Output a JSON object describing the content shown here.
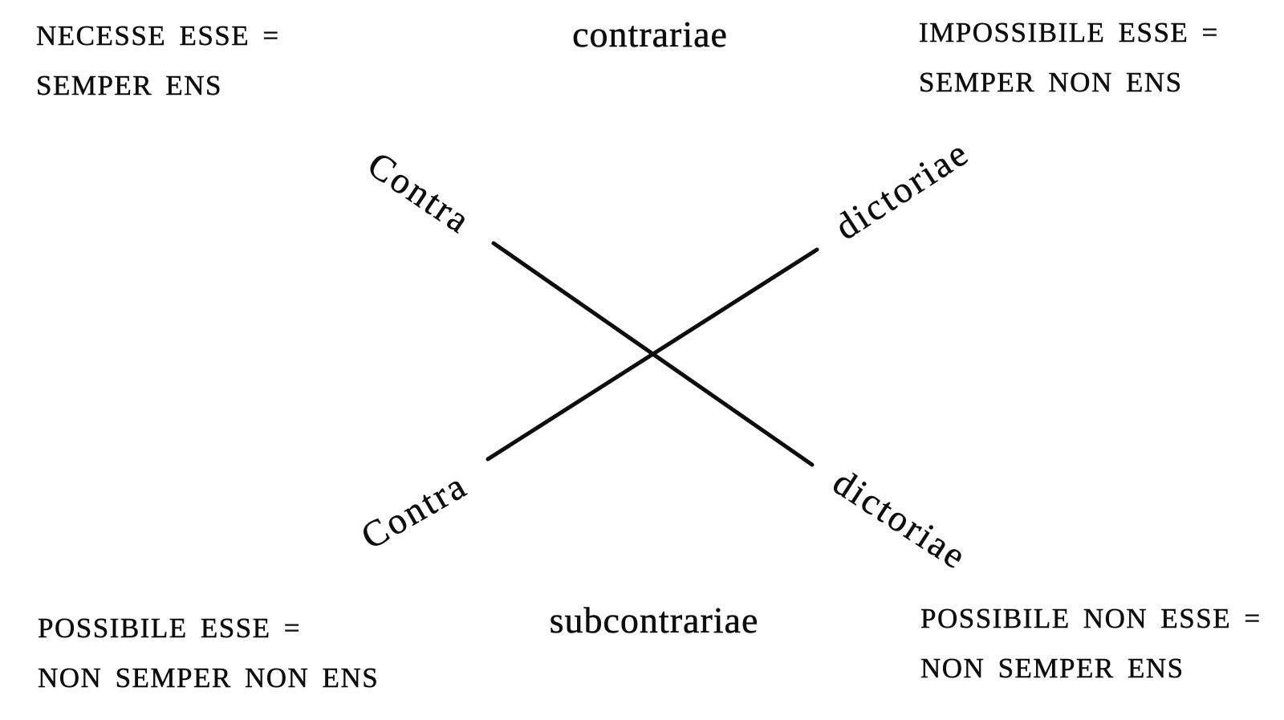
{
  "corners": {
    "top_left": {
      "line1": "NECESSE ESSE =",
      "line2": "SEMPER ENS"
    },
    "top_right": {
      "line1": "IMPOSSIBILE ESSE =",
      "line2": "SEMPER NON ENS"
    },
    "bottom_left": {
      "line1": "POSSIBILE ESSE =",
      "line2": "NON SEMPER NON ENS"
    },
    "bottom_right": {
      "line1": "POSSIBILE NON ESSE =",
      "line2": "NON SEMPER ENS"
    }
  },
  "relations": {
    "top": "contrariae",
    "bottom": "subcontrariae",
    "diagonal_upper_left": "Contra",
    "diagonal_upper_right": "dictoriae",
    "diagonal_lower_left": "Contra",
    "diagonal_lower_right": "dictoriae"
  },
  "colors": {
    "ink": "#0d0d0d",
    "background": "#ffffff"
  }
}
